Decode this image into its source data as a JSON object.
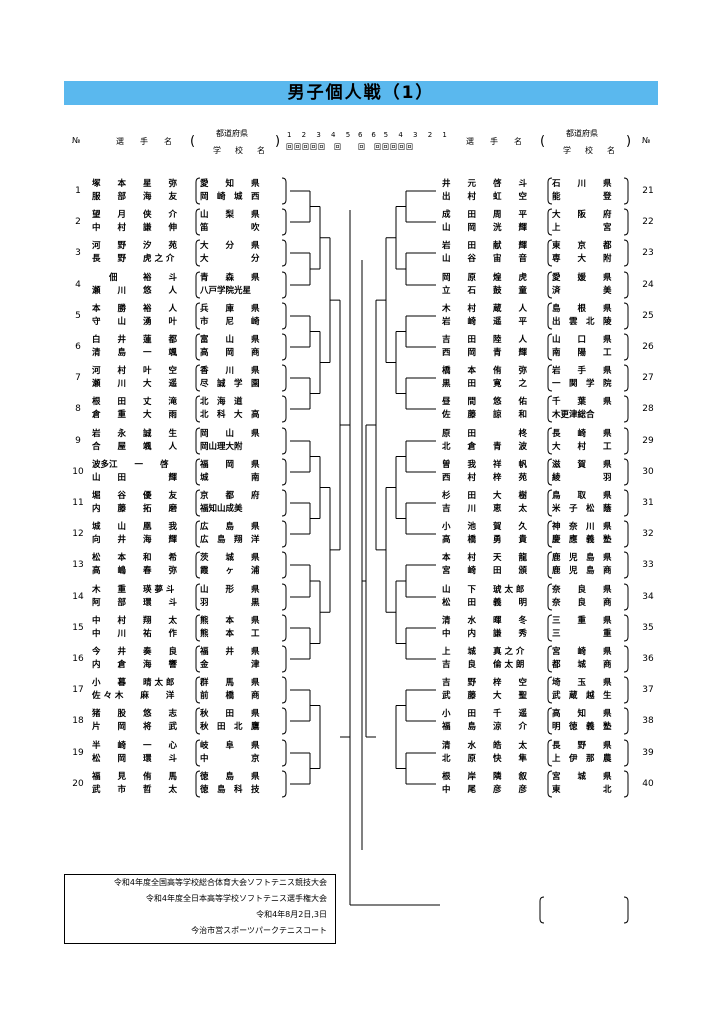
{
  "title": "男子個人戦（1）",
  "header": {
    "no": "№",
    "player": "選　手　名",
    "pref": "都道府県",
    "school": "学　校　名",
    "rounds_left": "1 2 3 4 5　 6",
    "rounds_right": "6　 5 4 3 2 1",
    "round_suffix": "回"
  },
  "left": [
    {
      "no": "1",
      "p1": "塚　　本　　星　　弥",
      "p2": "服　　部　　海　　友",
      "pref": "愛　　知　　県",
      "school": "岡　崎　城　西"
    },
    {
      "no": "2",
      "p1": "望　　月　　侠　　介",
      "p2": "中　　村　　謙　　伸",
      "pref": "山　　梨　　県",
      "school": "笛　　　　　吹"
    },
    {
      "no": "3",
      "p1": "河　　野　　汐　　苑",
      "p2": "長　　野　　虎 之 介",
      "pref": "大　　分　　県",
      "school": "大　　　　　分"
    },
    {
      "no": "4",
      "p1": "　　佃　　　裕　　斗",
      "p2": "瀬　　川　　悠　　人",
      "pref": "青　　森　　県",
      "school": "八戸学院光星"
    },
    {
      "no": "5",
      "p1": "本　　勝　　裕　　人",
      "p2": "守　　山　　湧　　叶",
      "pref": "兵　　庫　　県",
      "school": "市　　尼　　崎"
    },
    {
      "no": "6",
      "p1": "白　　井　　蓮　　都",
      "p2": "清　　島　　一　　颯",
      "pref": "富　　山　　県",
      "school": "高　　岡　　商"
    },
    {
      "no": "7",
      "p1": "河　　村　　叶　　空",
      "p2": "瀬　　川　　大　　遥",
      "pref": "香　　川　　県",
      "school": "尽　誠　学　園"
    },
    {
      "no": "8",
      "p1": "根　　田　　丈　　滝",
      "p2": "倉　　重　　大　　雨",
      "pref": "北　海　道",
      "school": "北　科　大　高"
    },
    {
      "no": "9",
      "p1": "岩　　永　　誠　　生",
      "p2": "合　　屋　　颯　　人",
      "pref": "岡　　山　　県",
      "school": "岡山理大附"
    },
    {
      "no": "10",
      "p1": "波多江　　一　　啓",
      "p2": "山　　田　　　　　輝",
      "pref": "福　　岡　　県",
      "school": "城　　　　　南"
    },
    {
      "no": "11",
      "p1": "堀　　谷　　優　　友",
      "p2": "内　　藤　　拓　　磨",
      "pref": "京　　都　　府",
      "school": "福知山成美"
    },
    {
      "no": "12",
      "p1": "城　　山　　凰　　我",
      "p2": "向　　井　　海　　輝",
      "pref": "広　　島　　県",
      "school": "広　島　翔　洋"
    },
    {
      "no": "13",
      "p1": "松　　本　　和　　希",
      "p2": "高　　嶋　　春　　弥",
      "pref": "茨　　城　　県",
      "school": "霞　　ヶ　　浦"
    },
    {
      "no": "14",
      "p1": "木　　重　　瑛 夢 斗",
      "p2": "阿　　部　　環　　斗",
      "pref": "山　　形　　県",
      "school": "羽　　　　　黒"
    },
    {
      "no": "15",
      "p1": "中　　村　　翔　　太",
      "p2": "中　　川　　祐　　作",
      "pref": "熊　　本　　県",
      "school": "熊　　本　　工"
    },
    {
      "no": "16",
      "p1": "今　　井　　奏　　良",
      "p2": "内　　倉　　海　　響",
      "pref": "福　　井　　県",
      "school": "金　　　　　津"
    },
    {
      "no": "17",
      "p1": "小　　暮　　晴 太 郎",
      "p2": "佐 々 木　　麻　　洋",
      "pref": "群　　馬　　県",
      "school": "前　　橋　　商"
    },
    {
      "no": "18",
      "p1": "猪　　股　　悠　　志",
      "p2": "片　　岡　　将　　武",
      "pref": "秋　　田　　県",
      "school": "秋　田　北　鷹"
    },
    {
      "no": "19",
      "p1": "半　　崎　　一　　心",
      "p2": "松　　岡　　環　　斗",
      "pref": "岐　　阜　　県",
      "school": "中　　　　　京"
    },
    {
      "no": "20",
      "p1": "福　　見　　侑　　馬",
      "p2": "武　　市　　哲　　太",
      "pref": "徳　　島　　県",
      "school": "徳　島　科　技"
    }
  ],
  "right": [
    {
      "no": "21",
      "p1": "井　　元　　啓　　斗",
      "p2": "出　　村　　虹　　空",
      "pref": "石　　川　　県",
      "school": "能　　　　　登"
    },
    {
      "no": "22",
      "p1": "成　　田　　周　　平",
      "p2": "山　　岡　　洸　　輝",
      "pref": "大　　阪　　府",
      "school": "上　　　　　宮"
    },
    {
      "no": "23",
      "p1": "岩　　田　　献　　輝",
      "p2": "山　　谷　　宙　　音",
      "pref": "東　　京　　都",
      "school": "専　　大　　附"
    },
    {
      "no": "24",
      "p1": "岡　　原　　煌　　虎",
      "p2": "立　　石　　鼓　　童",
      "pref": "愛　　媛　　県",
      "school": "済　　　　　美"
    },
    {
      "no": "25",
      "p1": "木　　村　　蔵　　人",
      "p2": "岩　　崎　　遥　　平",
      "pref": "島　　根　　県",
      "school": "出　雲　北　陵"
    },
    {
      "no": "26",
      "p1": "吉　　田　　陸　　人",
      "p2": "西　　岡　　青　　輝",
      "pref": "山　　口　　県",
      "school": "南　　陽　　工"
    },
    {
      "no": "27",
      "p1": "橋　　本　　侑　　弥",
      "p2": "黒　　田　　寛　　之",
      "pref": "岩　　手　　県",
      "school": "一　関　学　院"
    },
    {
      "no": "28",
      "p1": "昼　　間　　悠　　佑",
      "p2": "佐　　藤　　諒　　和",
      "pref": "千　　葉　　県",
      "school": "木更津総合"
    },
    {
      "no": "29",
      "p1": "原　　田　　　　　柊",
      "p2": "北　　倉　　青　　波",
      "pref": "長　　崎　　県",
      "school": "大　　村　　工"
    },
    {
      "no": "30",
      "p1": "曽　　我　　祥　　帆",
      "p2": "西　　村　　梓　　苑",
      "pref": "滋　　賀　　県",
      "school": "綾　　　　　羽"
    },
    {
      "no": "31",
      "p1": "杉　　田　　大　　樹",
      "p2": "吉　　川　　恵　　太",
      "pref": "鳥　　取　　県",
      "school": "米　子　松　蔭"
    },
    {
      "no": "32",
      "p1": "小　　池　　賀　　久",
      "p2": "高　　橋　　勇　　貴",
      "pref": "神　奈　川　県",
      "school": "慶　應　義　塾"
    },
    {
      "no": "33",
      "p1": "本　　村　　天　　龍",
      "p2": "宮　　崎　　田　　頒",
      "pref": "鹿　児　島　県",
      "school": "鹿　児　島　商"
    },
    {
      "no": "34",
      "p1": "山　　下　　琥 太 郎",
      "p2": "松　　田　　義　　明",
      "pref": "奈　　良　　県",
      "school": "奈　　良　　商"
    },
    {
      "no": "35",
      "p1": "清　　水　　暉　　冬",
      "p2": "中　　内　　謙　　秀",
      "pref": "三　　重　　県",
      "school": "三　　　　　重"
    },
    {
      "no": "36",
      "p1": "上　　城　　真 之 介",
      "p2": "吉　　良　　倫 太 朗",
      "pref": "宮　　崎　　県",
      "school": "都　　城　　商"
    },
    {
      "no": "37",
      "p1": "吉　　野　　梓　　空",
      "p2": "武　　藤　　大　　聖",
      "pref": "埼　　玉　　県",
      "school": "武　蔵　越　生"
    },
    {
      "no": "38",
      "p1": "小　　田　　千　　遥",
      "p2": "福　　島　　涼　　介",
      "pref": "高　　知　　県",
      "school": "明　徳　義　塾"
    },
    {
      "no": "39",
      "p1": "清　　水　　皓　　太",
      "p2": "北　　原　　快　　隼",
      "pref": "長　　野　　県",
      "school": "上　伊　那　農"
    },
    {
      "no": "40",
      "p1": "根　　岸　　隣　　叙",
      "p2": "中　　尾　　彦　　彦",
      "pref": "宮　　城　　県",
      "school": "東　　　　　北"
    }
  ],
  "footer": {
    "line1": "令和4年度全国高等学校総合体育大会ソフトテニス競技大会",
    "line2": "令和4年度全日本高等学校ソフトテニス選手権大会",
    "line3": "令和4年8月2日,3日",
    "line4": "今治市営スポーツパークテニスコート"
  }
}
